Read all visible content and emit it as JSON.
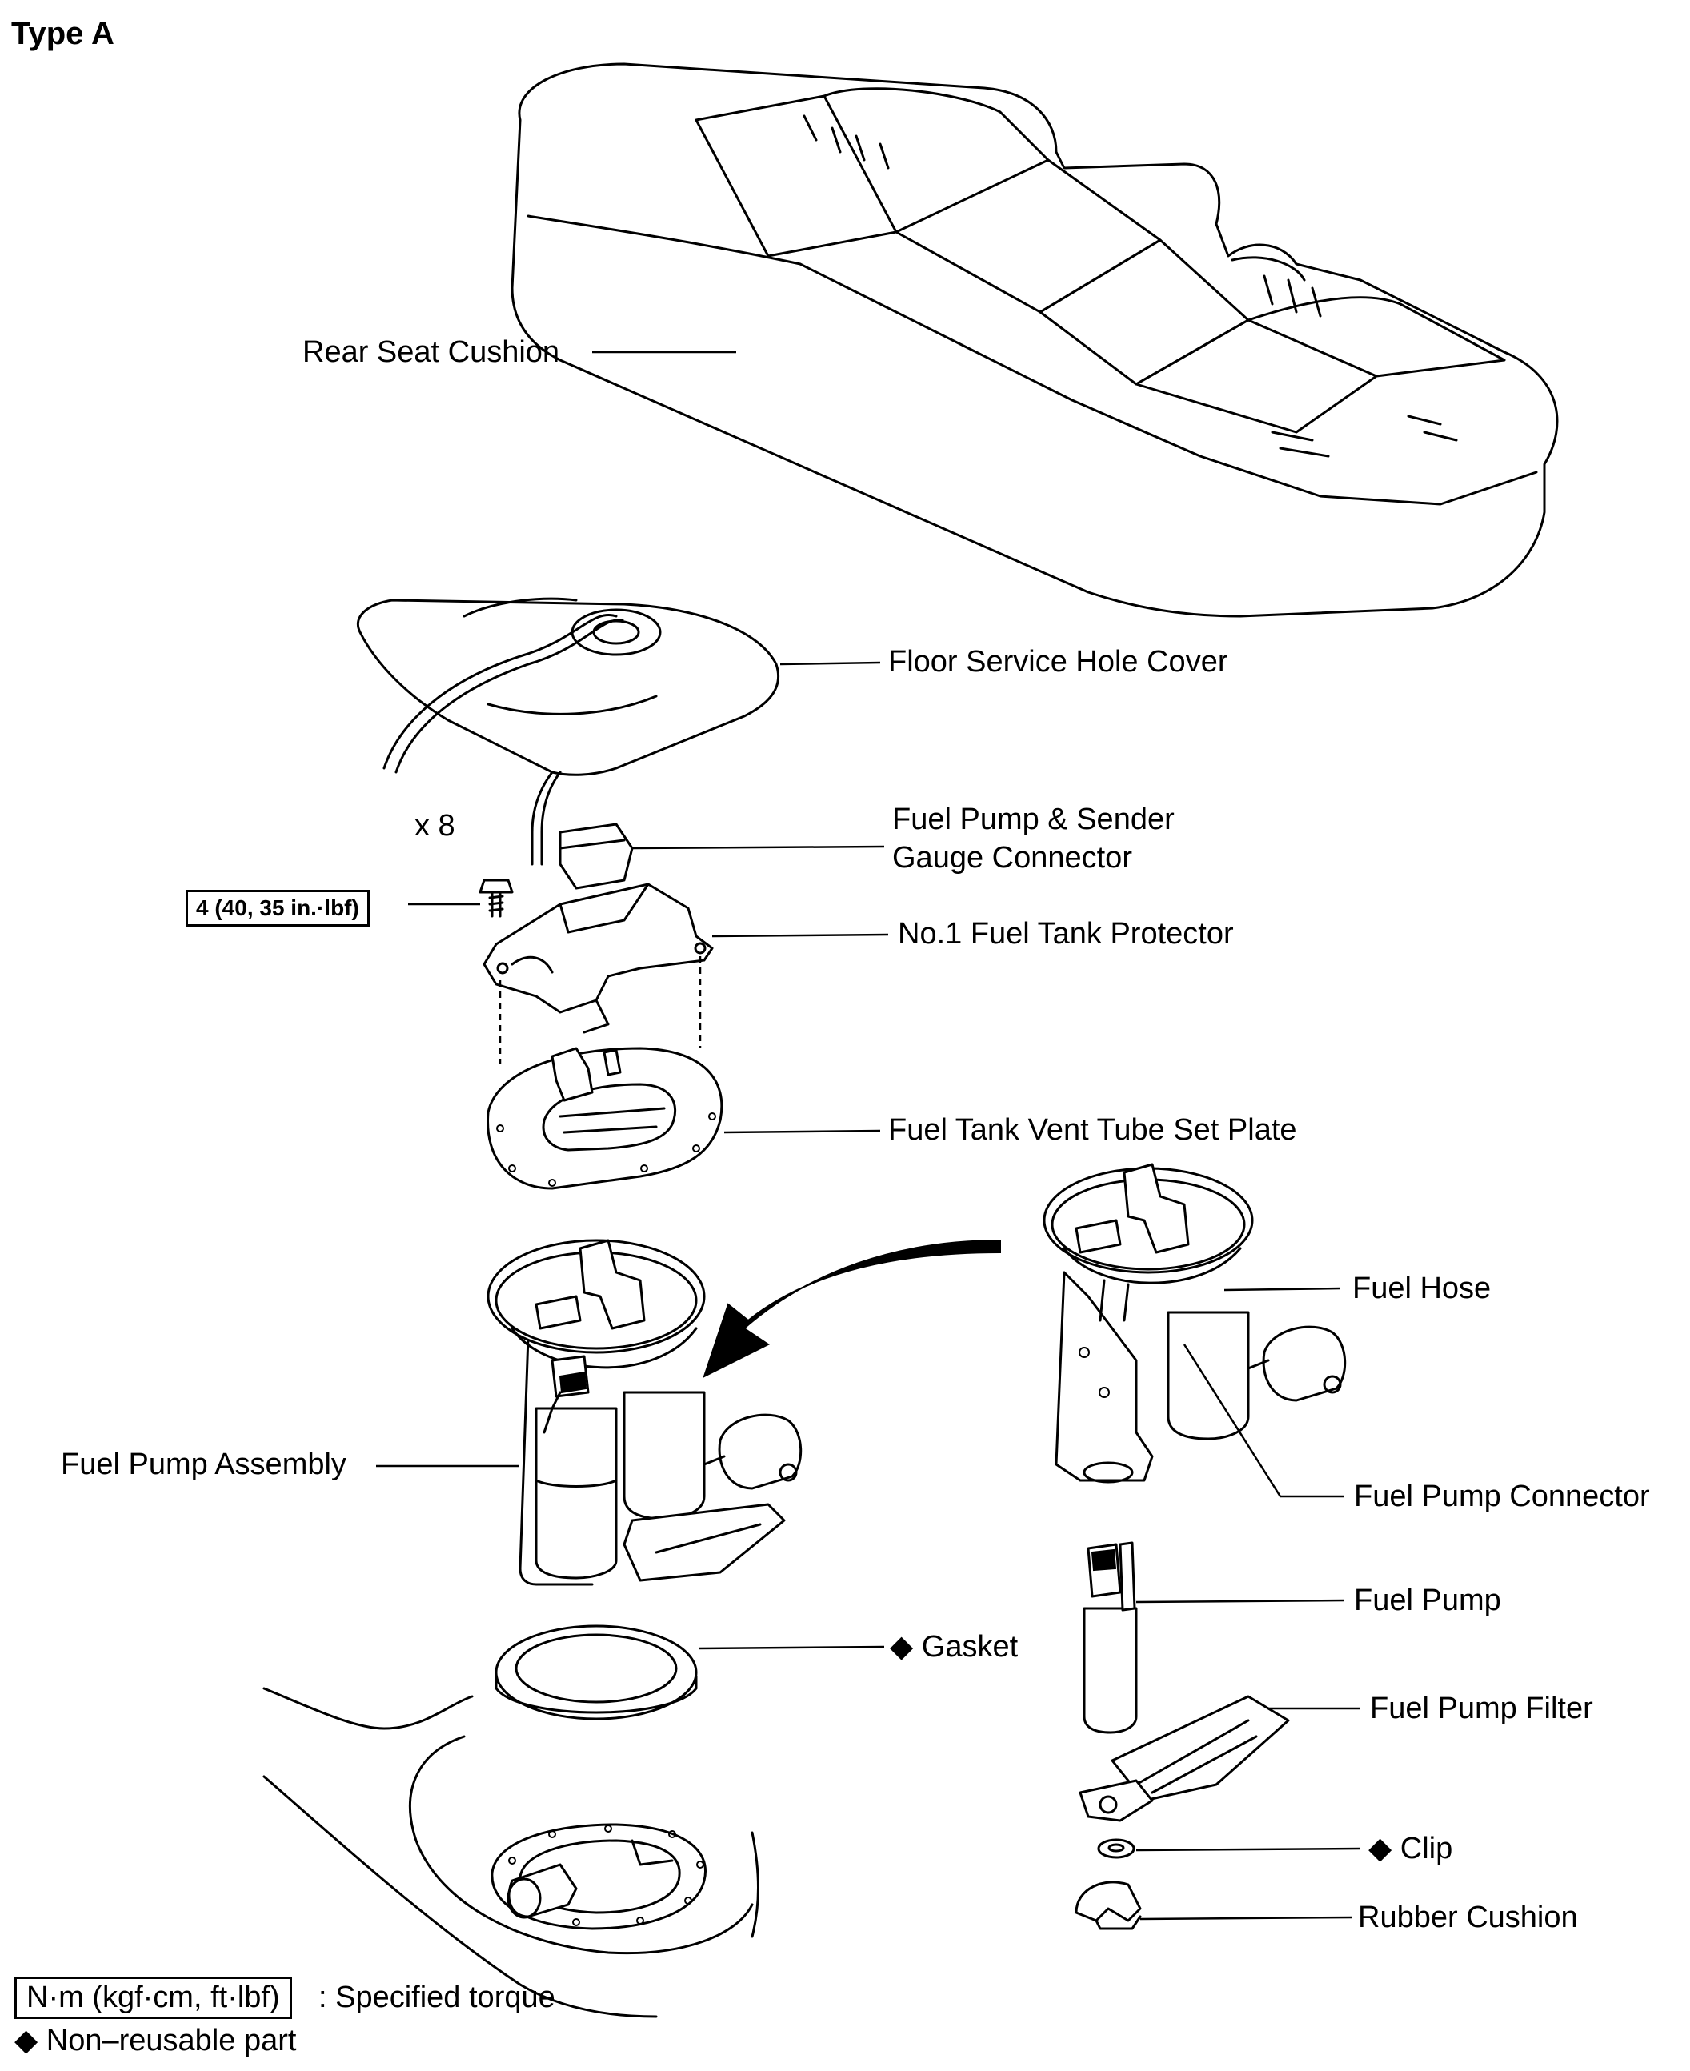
{
  "title": "Type A",
  "labels": {
    "rear_seat_cushion": "Rear Seat Cushion",
    "floor_service_hole_cover": "Floor Service Hole Cover",
    "x8": "x 8",
    "torque_value": "4 (40, 35 in.·lbf)",
    "fuel_pump_sender_connector_line1": "Fuel Pump & Sender",
    "fuel_pump_sender_connector_line2": "Gauge Connector",
    "no1_fuel_tank_protector": "No.1 Fuel Tank Protector",
    "fuel_tank_vent_tube_set_plate": "Fuel Tank Vent Tube Set Plate",
    "fuel_hose": "Fuel Hose",
    "fuel_pump_assembly": "Fuel Pump Assembly",
    "fuel_pump_connector": "Fuel Pump Connector",
    "gasket": "◆ Gasket",
    "fuel_pump": "Fuel Pump",
    "fuel_pump_filter": "Fuel Pump Filter",
    "clip": "◆ Clip",
    "rubber_cushion": "Rubber Cushion"
  },
  "legend": {
    "torque_unit": "N·m (kgf·cm, ft·lbf)",
    "torque_desc": ": Specified torque",
    "non_reusable": "◆ Non–reusable part"
  }
}
